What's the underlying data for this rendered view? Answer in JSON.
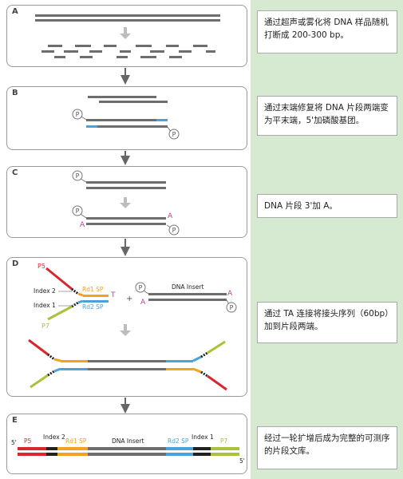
{
  "panels": {
    "a": {
      "letter": "A",
      "text": "通过超声或雾化将 DNA 样品随机打断成 200-300 bp。"
    },
    "b": {
      "letter": "B",
      "text": "通过末端修复将 DNA 片段两端变为平末端，5'加磷酸基团。"
    },
    "c": {
      "letter": "C",
      "text": "DNA 片段 3'加 A。"
    },
    "d": {
      "letter": "D",
      "text": "通过 TA 连接将接头序列（60bp）加到片段两端。"
    },
    "e": {
      "letter": "E",
      "text": "经过一轮扩增后成为完整的可测序的片段文库。"
    }
  },
  "labels": {
    "p": "P",
    "a": "A",
    "t": "T",
    "plus": "+",
    "p5": "P5",
    "p7": "P7",
    "index1": "Index 1",
    "index2": "Index 2",
    "rd1sp": "Rd1 SP",
    "rd2sp": "Rd2 SP",
    "dna_insert": "DNA Insert",
    "five_prime": "5'"
  },
  "colors": {
    "strand": "#6d6d6d",
    "blue": "#4aa3d8",
    "orange": "#f2a21f",
    "red": "#d8272d",
    "olive": "#a8c23a",
    "pink": "#b0439a",
    "arrow": "#666666",
    "light_arrow": "#bdbdbd"
  }
}
